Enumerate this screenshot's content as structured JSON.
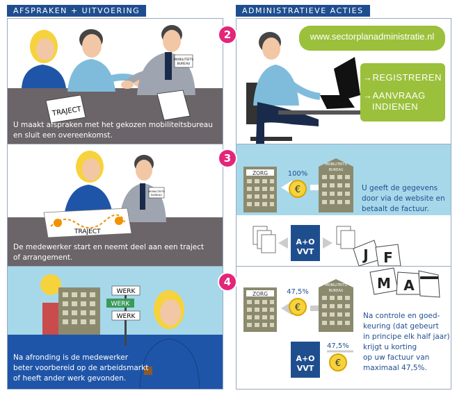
{
  "left_header": "AFSPRAKEN + UITVOERING",
  "right_header": "ADMINISTRATIEVE ACTIES",
  "steps": [
    {
      "number": "2"
    },
    {
      "number": "3"
    },
    {
      "number": "4"
    }
  ],
  "panel1": {
    "caption_line1": "U maakt afspraken met het gekozen mobiliteitsbureau",
    "caption_line2": "en sluit een overeenkomst.",
    "traject_label": "TRAJECT",
    "badge_line1": "MOBILITEITS",
    "badge_line2": "BUREAU"
  },
  "panel2": {
    "caption_line1": "De medewerker start en neemt deel aan een traject",
    "caption_line2": "of arrangement.",
    "traject_label": "TRAJECT",
    "badge_line1": "MOBILITEITS",
    "badge_line2": "BUREAU"
  },
  "panel3": {
    "caption_line1": "Na afronding is de medewerker",
    "caption_line2": "beter voorbereid op de arbeidsmarkt",
    "caption_line3": "of heeft ander werk gevonden.",
    "sign1": "WERK",
    "sign2": "WERK",
    "sign3": "WERK"
  },
  "panel4": {
    "url": "www.sectorplanadministratie.nl",
    "action1": "→REGISTREREN",
    "action2_line1": "→AANVRAAG",
    "action2_line2": "INDIENEN"
  },
  "panel5": {
    "zorg_label": "ZORG",
    "bureau_line1": "MOBILITEITS",
    "bureau_line2": "BUREAU",
    "percent": "100%",
    "text_line1": "U geeft de gegevens",
    "text_line2": "door via de website en",
    "text_line3": "betaalt de factuur.",
    "ao_line1": "A+O",
    "ao_line2": "VVT",
    "months": [
      "J",
      "F",
      "M",
      "A"
    ]
  },
  "panel6": {
    "zorg_label": "ZORG",
    "bureau_line1": "MOBILITEITS",
    "bureau_line2": "BUREAU",
    "percent1": "47,5%",
    "percent2": "47,5%",
    "text_line1": "Na controle en goed-",
    "text_line2": "keuring (dat gebeurt",
    "text_line3": "in principe elk half jaar)",
    "text_line4": "krijgt u korting",
    "text_line5": "op uw factuur van",
    "text_line6": "maximaal 47,5%.",
    "ao_line1": "A+O",
    "ao_line2": "VVT"
  },
  "euro_symbol": "€"
}
